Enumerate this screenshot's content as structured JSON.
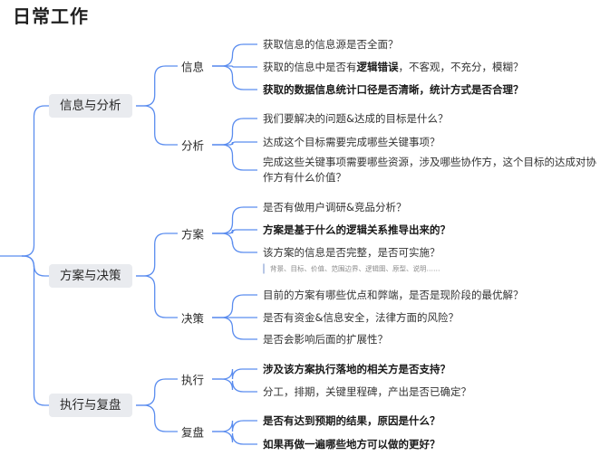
{
  "title": "日常工作",
  "colors": {
    "line": "#5b8def",
    "node_bg": "#e9ebef"
  },
  "branches": [
    {
      "label": "信息与分析",
      "children": [
        {
          "label": "信息",
          "items": [
            {
              "pre": "获取信息的信息源是否全面？",
              "hl": "",
              "post": "",
              "bold": false
            },
            {
              "pre": "获取的信息中是否有",
              "hl": "逻辑错误",
              "post": "，不客观，不充分，模糊？",
              "bold": false
            },
            {
              "pre": "获取的数据信息统计口径是否清晰，统计方式是否合理？",
              "hl": "",
              "post": "",
              "bold": true
            }
          ]
        },
        {
          "label": "分析",
          "items": [
            {
              "pre": "我们要解决的问题&达成的目标是什么？",
              "hl": "",
              "post": "",
              "bold": false
            },
            {
              "pre": "达成这个目标需要完成哪些关键事项？",
              "hl": "",
              "post": "",
              "bold": false
            },
            {
              "pre": "完成这些关键事项需要哪些资源，涉及哪些协作方，这个目标的达成对协作方有什么价值？",
              "hl": "",
              "post": "",
              "bold": false
            }
          ]
        }
      ]
    },
    {
      "label": "方案与决策",
      "children": [
        {
          "label": "方案",
          "items": [
            {
              "pre": "是否有做用户调研&竞品分析？",
              "hl": "",
              "post": "",
              "bold": false
            },
            {
              "pre": "方案是基于什么的逻辑关系推导出来的？",
              "hl": "",
              "post": "",
              "bold": true
            },
            {
              "pre": "该方案的信息是否完整，是否可实施？",
              "hl": "",
              "post": "",
              "bold": false
            }
          ],
          "note": "背景、目标、价值、范围边界、逻辑图、原型、说明……"
        },
        {
          "label": "决策",
          "items": [
            {
              "pre": "目前的方案有哪些优点和弊端，是否是现阶段的最优解？",
              "hl": "",
              "post": "",
              "bold": false
            },
            {
              "pre": "是否有资金&信息安全，法律方面的风险？",
              "hl": "",
              "post": "",
              "bold": false
            },
            {
              "pre": "是否会影响后面的扩展性？",
              "hl": "",
              "post": "",
              "bold": false
            }
          ]
        }
      ]
    },
    {
      "label": "执行与复盘",
      "children": [
        {
          "label": "执行",
          "items": [
            {
              "pre": "涉及该方案执行落地的相关方是否支持？",
              "hl": "",
              "post": "",
              "bold": true
            },
            {
              "pre": "分工，排期，关键里程碑，产出是否已确定？",
              "hl": "",
              "post": "",
              "bold": false
            }
          ]
        },
        {
          "label": "复盘",
          "items": [
            {
              "pre": "是否有达到预期的结果，原因是什么？",
              "hl": "",
              "post": "",
              "bold": true
            },
            {
              "pre": "如果再做一遍哪些地方可以做的更好？",
              "hl": "",
              "post": "",
              "bold": true
            }
          ]
        }
      ]
    }
  ]
}
